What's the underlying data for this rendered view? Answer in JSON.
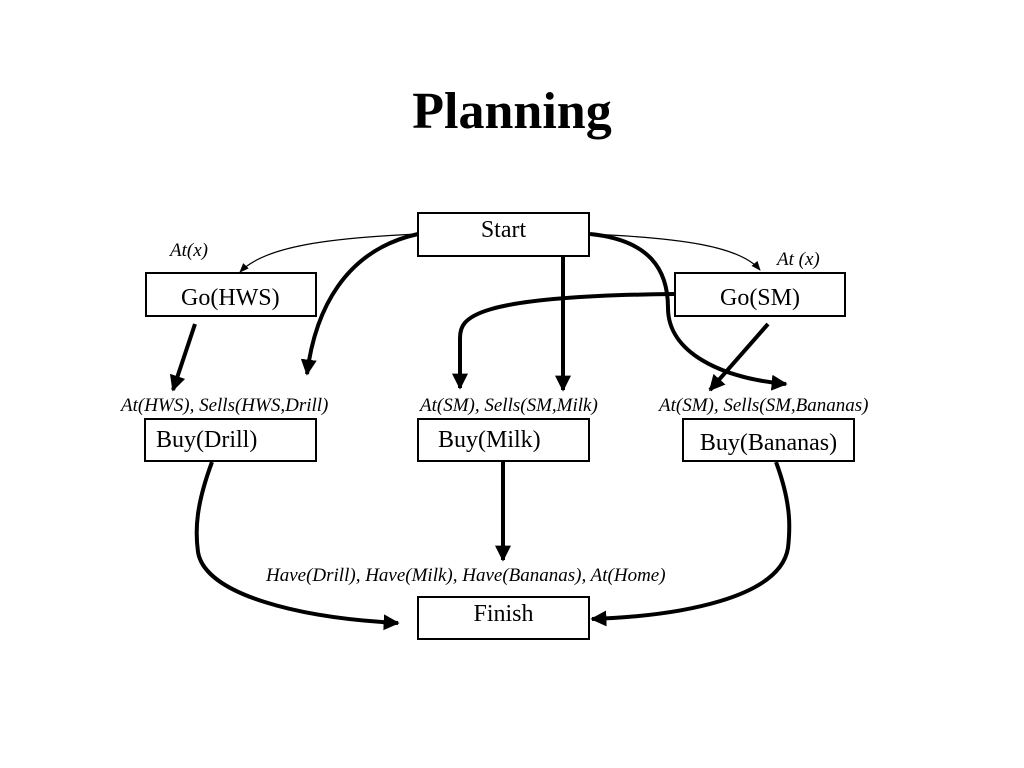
{
  "title": "Planning",
  "nodes": {
    "start": "Start",
    "go_hws": "Go(HWS)",
    "go_sm": "Go(SM)",
    "buy_drill": "Buy(Drill)",
    "buy_milk": "Buy(Milk)",
    "buy_bananas": "Buy(Bananas)",
    "finish": "Finish"
  },
  "preconditions": {
    "go_hws": "At(x)",
    "go_sm": "At (x)",
    "buy_drill": "At(HWS), Sells(HWS,Drill)",
    "buy_milk": "At(SM), Sells(SM,Milk)",
    "buy_bananas": "At(SM), Sells(SM,Bananas)",
    "finish": "Have(Drill), Have(Milk), Have(Bananas), At(Home)"
  }
}
